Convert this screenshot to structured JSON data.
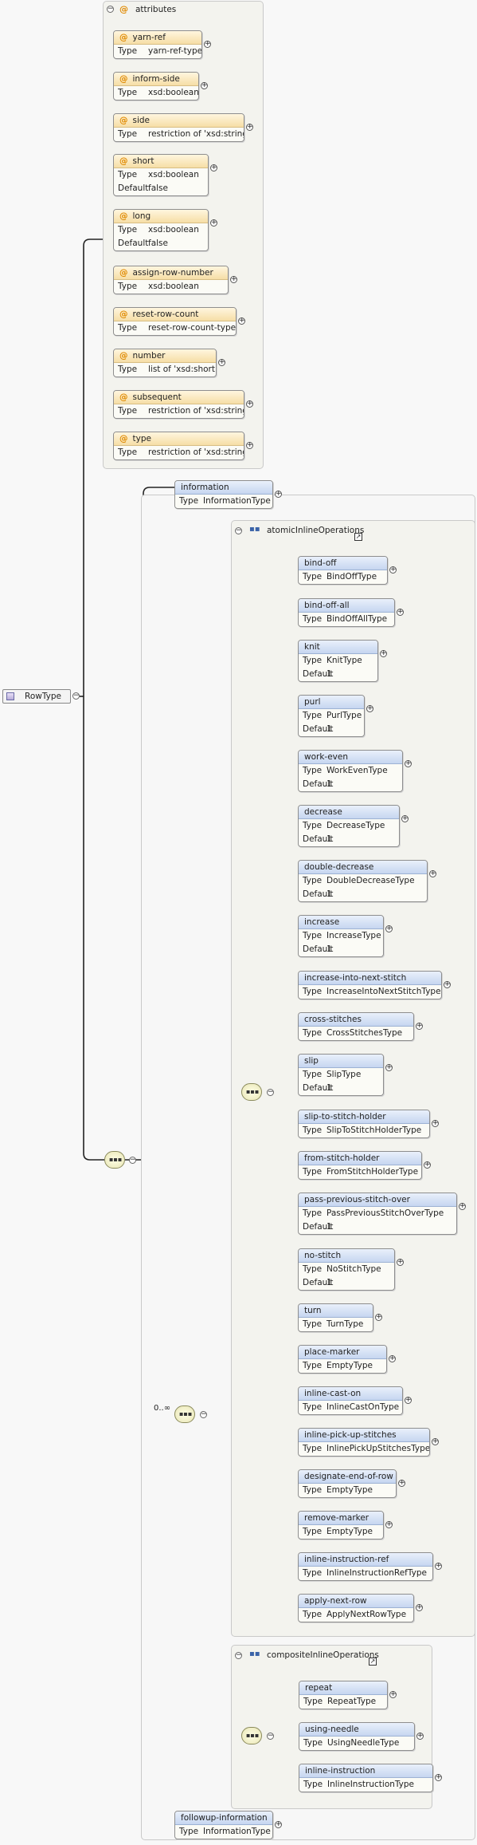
{
  "root": {
    "label": "RowType",
    "icon": "complex-type-icon"
  },
  "attributes_group": {
    "title": "attributes",
    "items": [
      {
        "name": "yarn-ref",
        "type_label": "Type",
        "type": "yarn-ref-type"
      },
      {
        "name": "inform-side",
        "type_label": "Type",
        "type": "xsd:boolean"
      },
      {
        "name": "side",
        "type_label": "Type",
        "type": "restriction of 'xsd:string'"
      },
      {
        "name": "short",
        "type_label": "Type",
        "type": "xsd:boolean",
        "default_label": "Default",
        "default": "false"
      },
      {
        "name": "long",
        "type_label": "Type",
        "type": "xsd:boolean",
        "default_label": "Default",
        "default": "false"
      },
      {
        "name": "assign-row-number",
        "type_label": "Type",
        "type": "xsd:boolean"
      },
      {
        "name": "reset-row-count",
        "type_label": "Type",
        "type": "reset-row-count-type"
      },
      {
        "name": "number",
        "type_label": "Type",
        "type": "list of 'xsd:short'"
      },
      {
        "name": "subsequent",
        "type_label": "Type",
        "type": "restriction of 'xsd:string'"
      },
      {
        "name": "type",
        "type_label": "Type",
        "type": "restriction of 'xsd:string'"
      }
    ]
  },
  "information": {
    "name": "information",
    "type_label": "Type",
    "type": "InformationType"
  },
  "occurrence": "0..∞",
  "atomic_group": {
    "title": "atomicInlineOperations",
    "items": [
      {
        "name": "bind-off",
        "type_label": "Type",
        "type": "BindOffType"
      },
      {
        "name": "bind-off-all",
        "type_label": "Type",
        "type": "BindOffAllType"
      },
      {
        "name": "knit",
        "type_label": "Type",
        "type": "KnitType",
        "default_label": "Default",
        "default": "1"
      },
      {
        "name": "purl",
        "type_label": "Type",
        "type": "PurlType",
        "default_label": "Default",
        "default": "1"
      },
      {
        "name": "work-even",
        "type_label": "Type",
        "type": "WorkEvenType",
        "default_label": "Default",
        "default": "1"
      },
      {
        "name": "decrease",
        "type_label": "Type",
        "type": "DecreaseType",
        "default_label": "Default",
        "default": "1"
      },
      {
        "name": "double-decrease",
        "type_label": "Type",
        "type": "DoubleDecreaseType",
        "default_label": "Default",
        "default": "1"
      },
      {
        "name": "increase",
        "type_label": "Type",
        "type": "IncreaseType",
        "default_label": "Default",
        "default": "1"
      },
      {
        "name": "increase-into-next-stitch",
        "type_label": "Type",
        "type": "IncreaseIntoNextStitchType"
      },
      {
        "name": "cross-stitches",
        "type_label": "Type",
        "type": "CrossStitchesType"
      },
      {
        "name": "slip",
        "type_label": "Type",
        "type": "SlipType",
        "default_label": "Default",
        "default": "1"
      },
      {
        "name": "slip-to-stitch-holder",
        "type_label": "Type",
        "type": "SlipToStitchHolderType"
      },
      {
        "name": "from-stitch-holder",
        "type_label": "Type",
        "type": "FromStitchHolderType"
      },
      {
        "name": "pass-previous-stitch-over",
        "type_label": "Type",
        "type": "PassPreviousStitchOverType",
        "default_label": "Default",
        "default": "1"
      },
      {
        "name": "no-stitch",
        "type_label": "Type",
        "type": "NoStitchType",
        "default_label": "Default",
        "default": "1"
      },
      {
        "name": "turn",
        "type_label": "Type",
        "type": "TurnType"
      },
      {
        "name": "place-marker",
        "type_label": "Type",
        "type": "EmptyType"
      },
      {
        "name": "inline-cast-on",
        "type_label": "Type",
        "type": "InlineCastOnType"
      },
      {
        "name": "inline-pick-up-stitches",
        "type_label": "Type",
        "type": "InlinePickUpStitchesType"
      },
      {
        "name": "designate-end-of-row",
        "type_label": "Type",
        "type": "EmptyType"
      },
      {
        "name": "remove-marker",
        "type_label": "Type",
        "type": "EmptyType"
      },
      {
        "name": "inline-instruction-ref",
        "type_label": "Type",
        "type": "InlineInstructionRefType"
      },
      {
        "name": "apply-next-row",
        "type_label": "Type",
        "type": "ApplyNextRowType"
      }
    ]
  },
  "composite_group": {
    "title": "compositeInlineOperations",
    "items": [
      {
        "name": "repeat",
        "type_label": "Type",
        "type": "RepeatType"
      },
      {
        "name": "using-needle",
        "type_label": "Type",
        "type": "UsingNeedleType"
      },
      {
        "name": "inline-instruction",
        "type_label": "Type",
        "type": "InlineInstructionType"
      }
    ]
  },
  "followup": {
    "name": "followup-information",
    "type_label": "Type",
    "type": "InformationType"
  }
}
